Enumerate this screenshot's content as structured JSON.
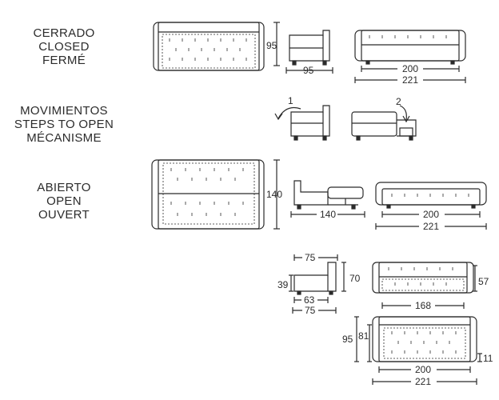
{
  "sections": {
    "closed": [
      "CERRADO",
      "CLOSED",
      "FERMÉ"
    ],
    "steps": [
      "MOVIMIENTOS",
      "STEPS TO OPEN",
      "MÉCANISME"
    ],
    "open": [
      "ABIERTO",
      "OPEN",
      "OUVERT"
    ]
  },
  "steps": {
    "first": "1",
    "second": "2"
  },
  "dims": {
    "closed_height": "95",
    "closed_depth": "95",
    "closed_inner_width": "200",
    "closed_total_width": "221",
    "open_length": "140",
    "open_side_length": "140",
    "open_inner_width": "200",
    "open_total_width": "221",
    "armchair_top_width": "75",
    "armchair_seat_height": "39",
    "armchair_height": "70",
    "armchair_seat_depth": "63",
    "armchair_bottom_width": "75",
    "front_seat_width": "168",
    "front_height": "57",
    "plan_depth": "95",
    "plan_inner_depth": "81",
    "plan_leg": "11",
    "plan_inner_width": "200",
    "plan_total_width": "221"
  }
}
